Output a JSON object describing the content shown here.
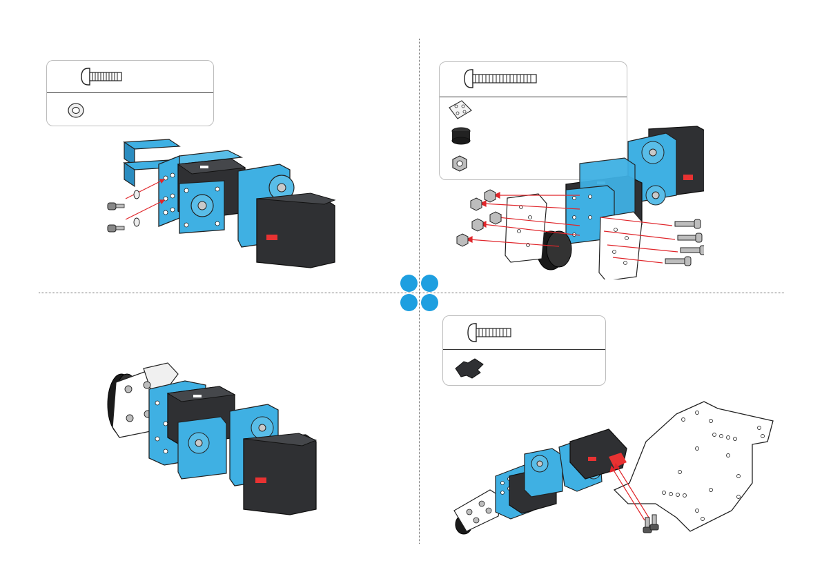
{
  "colors": {
    "accent_blue": "#1e9fe0",
    "bracket_blue": "#3fb0e3",
    "servo_dark": "#2f3033",
    "servo_mid": "#45474b",
    "red_arrow": "#e0262b",
    "red_label": "#e83232",
    "screw_gray": "#c9c9c9",
    "line": "#222222"
  },
  "step_markers": [
    {
      "id": "top-left",
      "color": "#1e9fe0"
    },
    {
      "id": "top-right",
      "color": "#1e9fe0"
    },
    {
      "id": "bottom-left",
      "color": "#1e9fe0"
    },
    {
      "id": "bottom-right",
      "color": "#1e9fe0"
    }
  ],
  "panels": {
    "step1": {
      "parts": [
        "short-screw-icon",
        "washer-icon"
      ]
    },
    "step2": {
      "parts": [
        "long-screw-icon",
        "small-plate-icon",
        "rubber-wheel-icon",
        "hex-nut-icon"
      ]
    },
    "step3": {
      "parts": []
    },
    "step4": {
      "parts": [
        "short-screw-icon",
        "mount-plate-icon"
      ]
    }
  }
}
